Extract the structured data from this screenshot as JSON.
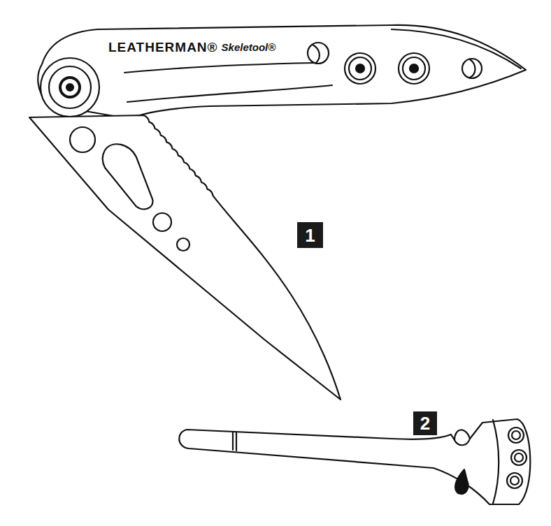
{
  "diagram": {
    "nodes": [
      {
        "text": [
          "1"
        ]
      },
      {
        "text": [
          "2"
        ]
      }
    ],
    "labels": [
      "LEATHERMAN®",
      "Skeletool®"
    ]
  }
}
